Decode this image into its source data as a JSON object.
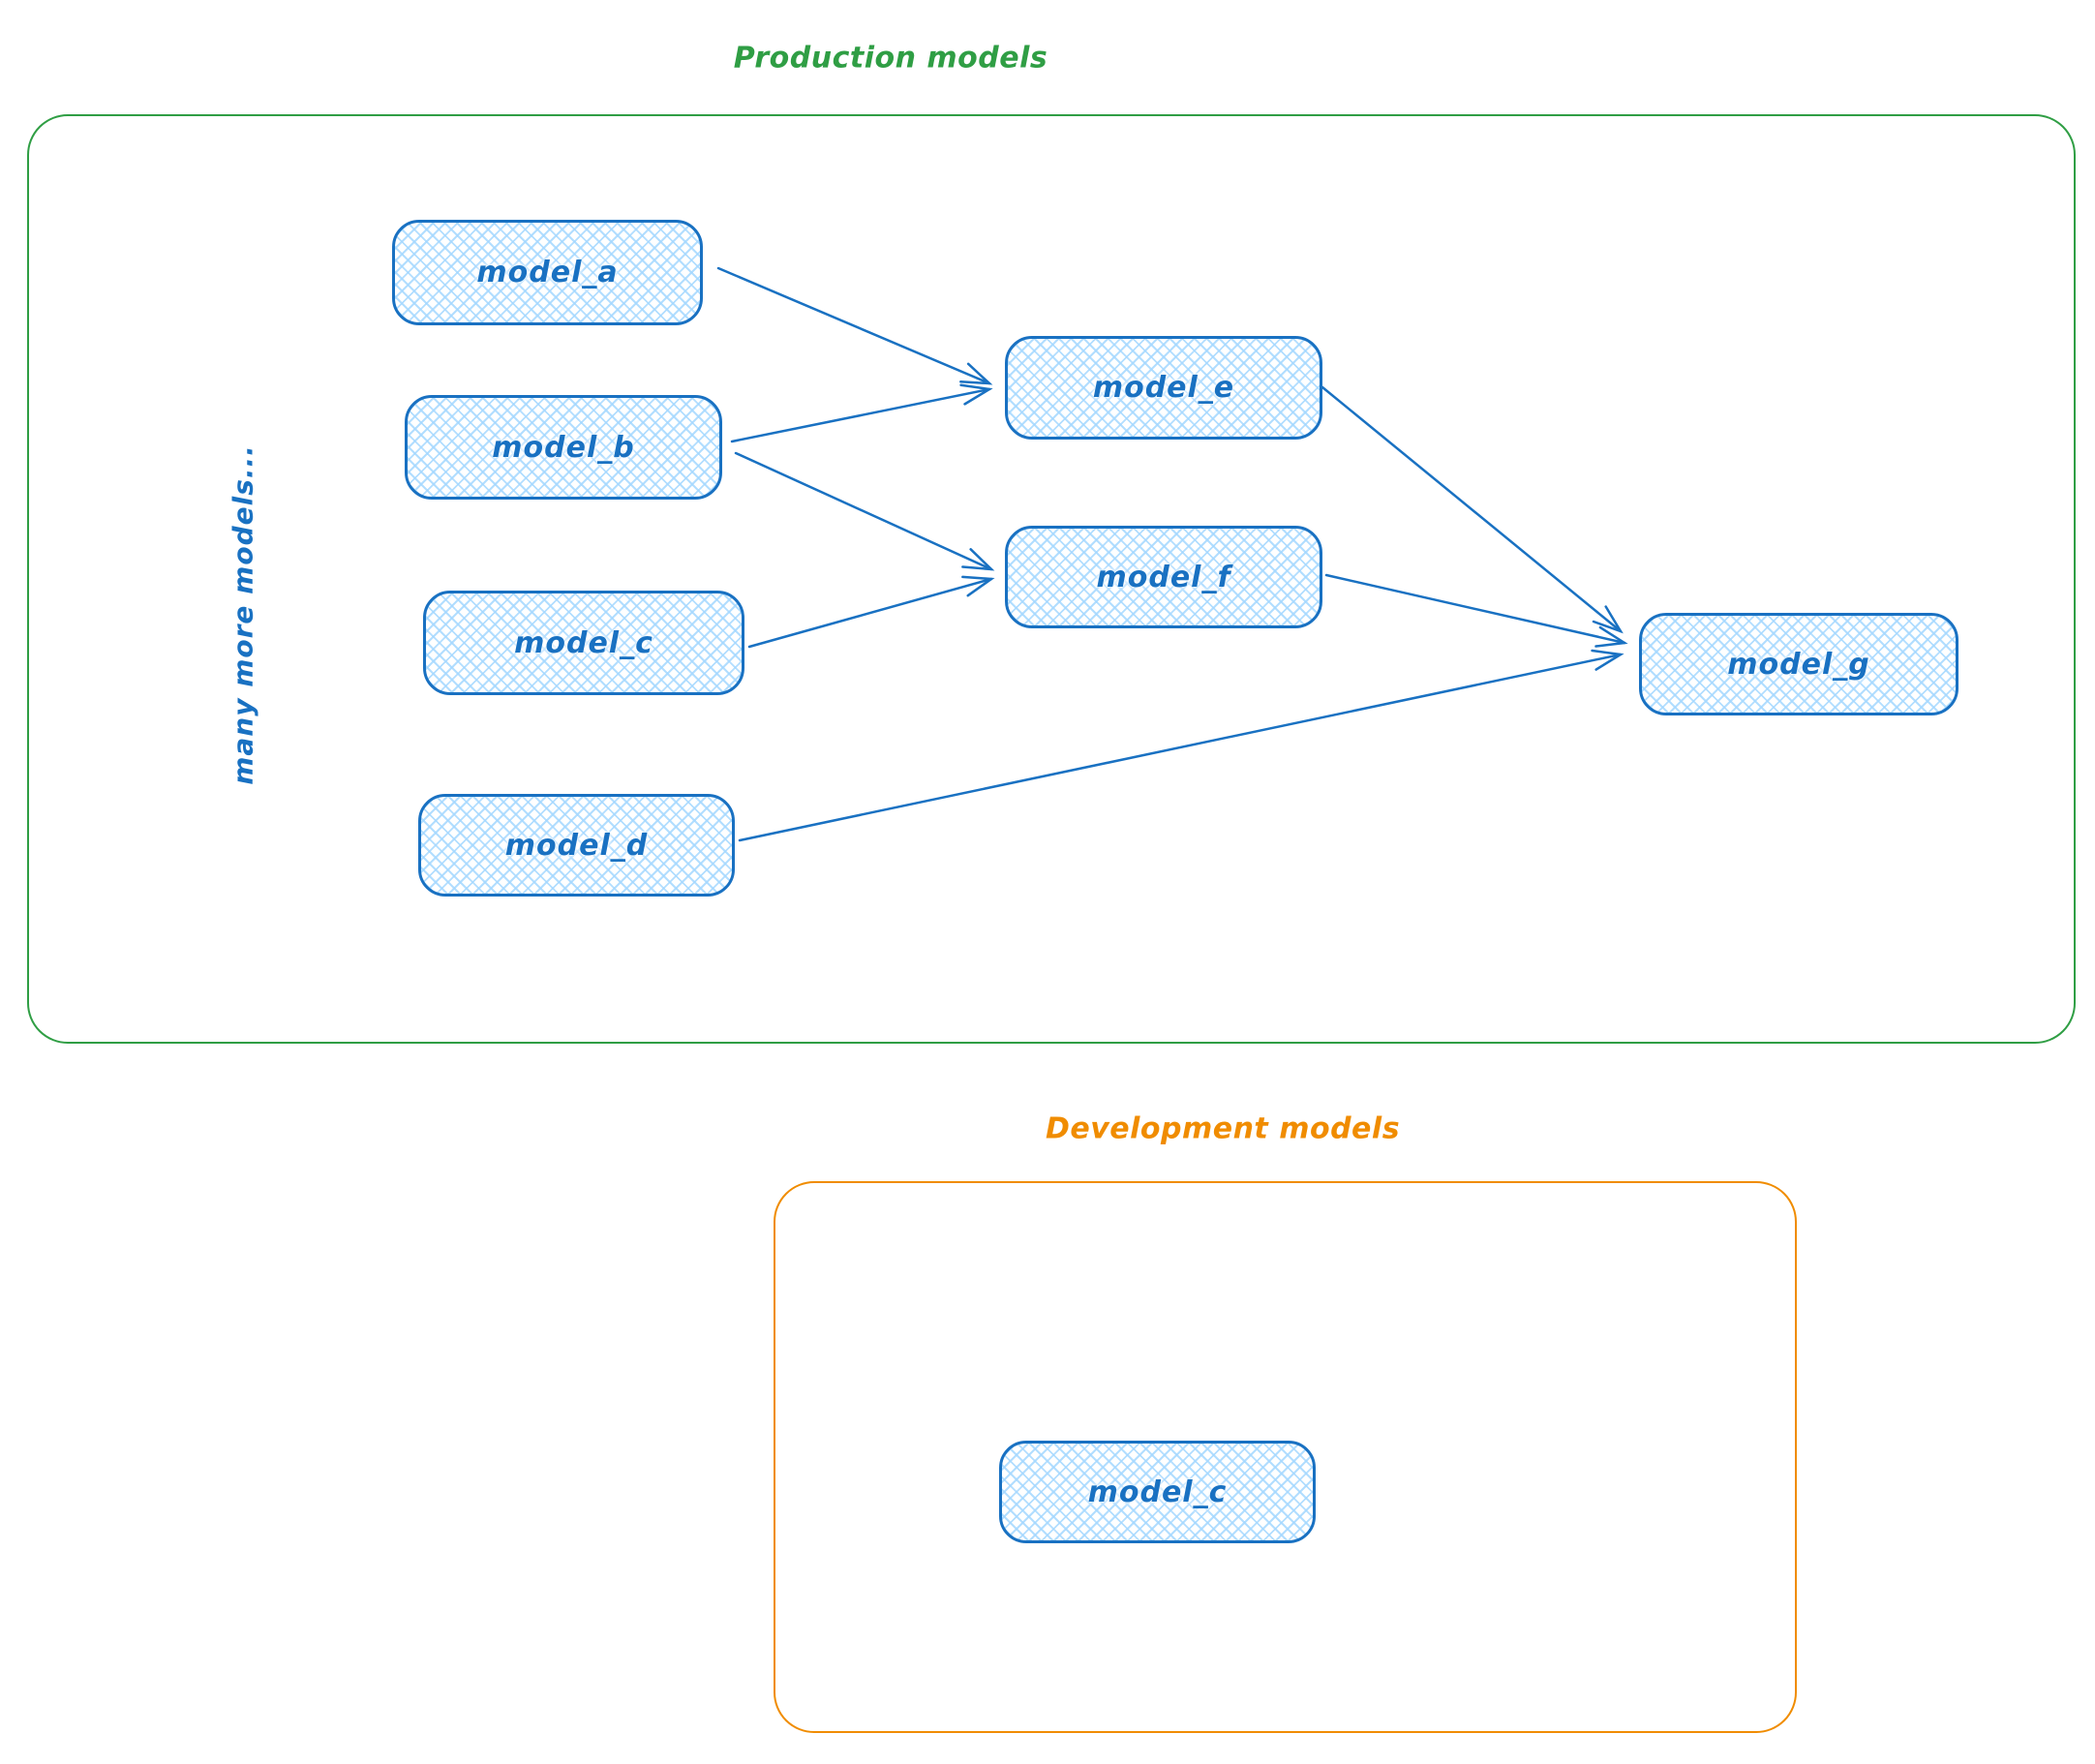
{
  "colors": {
    "blue": "#1971c2",
    "blue_fill": "#a5d8ff",
    "green": "#2f9e44",
    "orange": "#f08c00"
  },
  "production": {
    "title": "Production models",
    "side_note": "many more models...",
    "nodes": [
      {
        "id": "model_a",
        "label": "model_a"
      },
      {
        "id": "model_b",
        "label": "model_b"
      },
      {
        "id": "model_c",
        "label": "model_c"
      },
      {
        "id": "model_d",
        "label": "model_d"
      },
      {
        "id": "model_e",
        "label": "model_e"
      },
      {
        "id": "model_f",
        "label": "model_f"
      },
      {
        "id": "model_g",
        "label": "model_g"
      }
    ],
    "edges": [
      {
        "from": "model_a",
        "to": "model_e"
      },
      {
        "from": "model_b",
        "to": "model_e"
      },
      {
        "from": "model_b",
        "to": "model_f"
      },
      {
        "from": "model_c",
        "to": "model_f"
      },
      {
        "from": "model_d",
        "to": "model_g"
      },
      {
        "from": "model_e",
        "to": "model_g"
      },
      {
        "from": "model_f",
        "to": "model_g"
      }
    ]
  },
  "development": {
    "title": "Development models",
    "nodes": [
      {
        "id": "model_c_dev",
        "label": "model_c"
      }
    ]
  }
}
